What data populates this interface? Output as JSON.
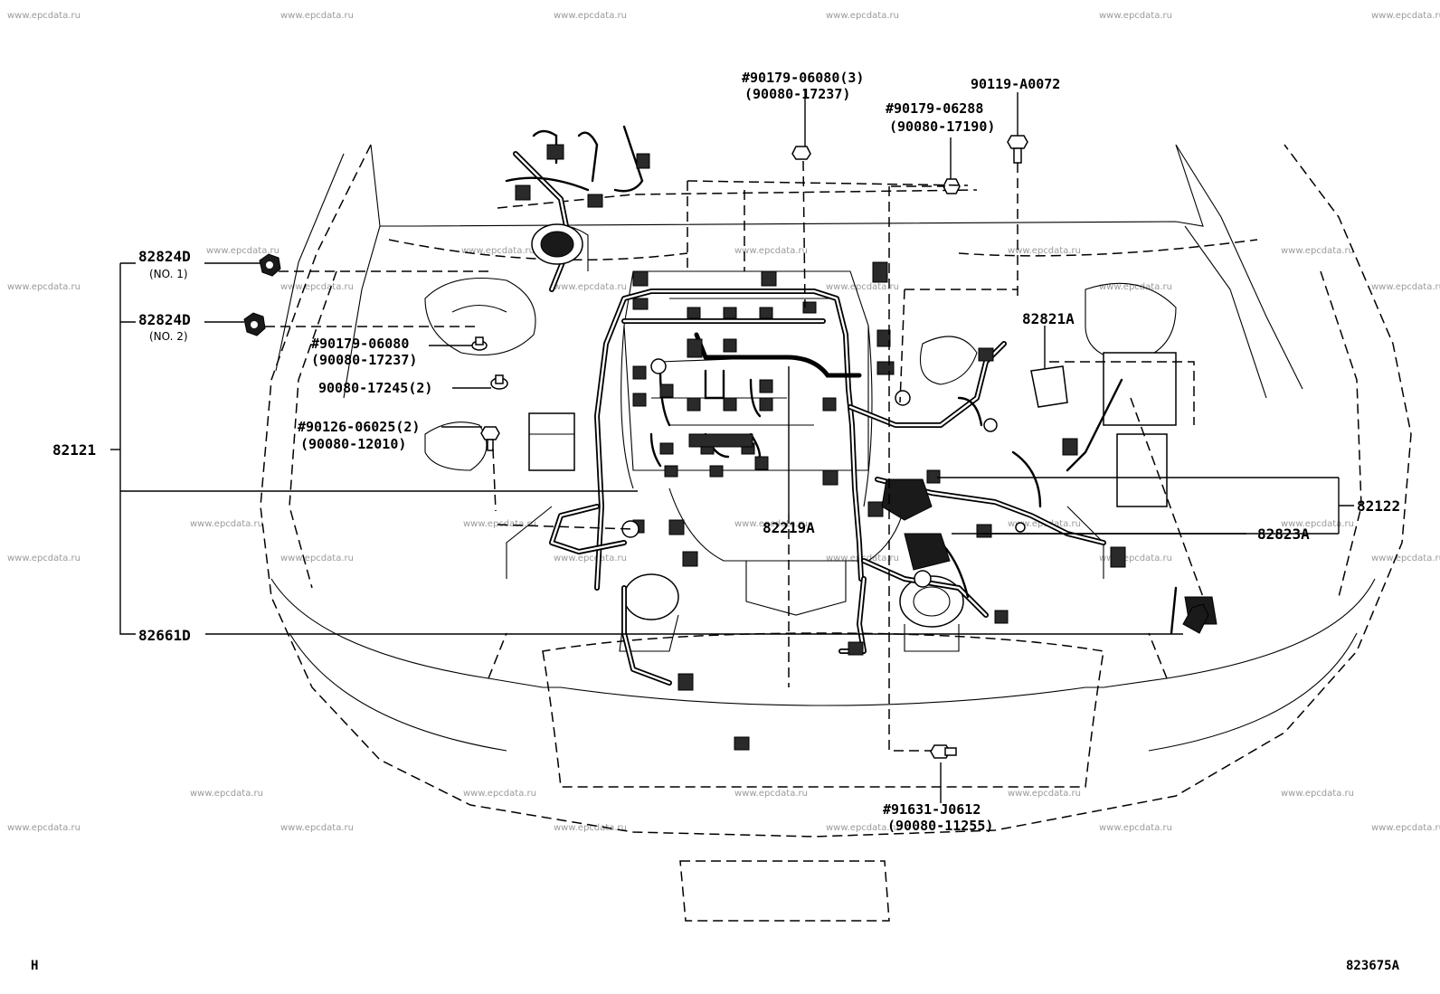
{
  "watermark": "www.epcdata.ru",
  "corner_left": "H",
  "corner_right": "823675A",
  "callouts": {
    "p82824d_1": "82824D",
    "p82824d_1_sub": "(NO. 1)",
    "p82824d_2": "82824D",
    "p82824d_2_sub": "(NO. 2)",
    "p82121": "82121",
    "p82661d": "82661D",
    "p90179_06080_l": "#90179-06080",
    "p90080_17237_l": "(90080-17237)",
    "p90080_17245": "90080-17245(2)",
    "p90126_06025": "#90126-06025(2)",
    "p90080_12010": "(90080-12010)",
    "p90179_06080_top": "#90179-06080(3)",
    "p90080_17237_top": "(90080-17237)",
    "p90119_a0072": "90119-A0072",
    "p90179_06288": "#90179-06288",
    "p90080_17190": "(90080-17190)",
    "p82821a": "82821A",
    "p82122": "82122",
    "p82823a": "82823A",
    "p82219a": "82219A",
    "p91631_j0612": "#91631-J0612",
    "p90080_11255": "(90080-11255)"
  }
}
